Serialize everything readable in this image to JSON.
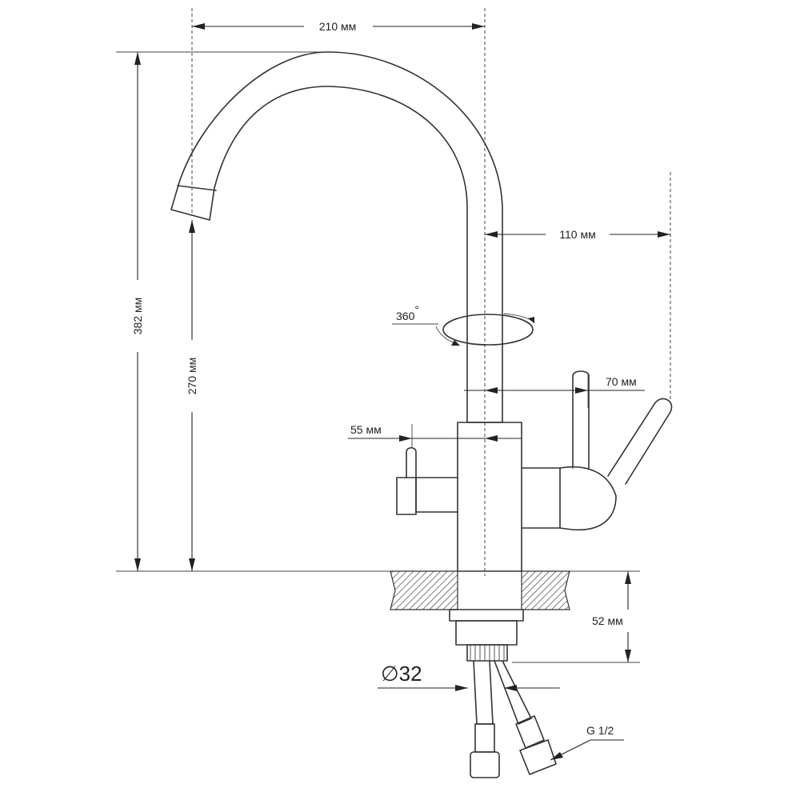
{
  "dimensions": {
    "spout_reach": "210 мм",
    "total_height": "382 мм",
    "spout_height": "270 мм",
    "handle_reach": "110 мм",
    "rotation": "360",
    "rotation_unit": "°",
    "filter_lever_offset": "70 мм",
    "mixer_lever_offset": "55 мм",
    "mount_depth": "52 мм",
    "diameter_symbol": "∅",
    "diameter": "32",
    "thread": "G 1/2"
  }
}
